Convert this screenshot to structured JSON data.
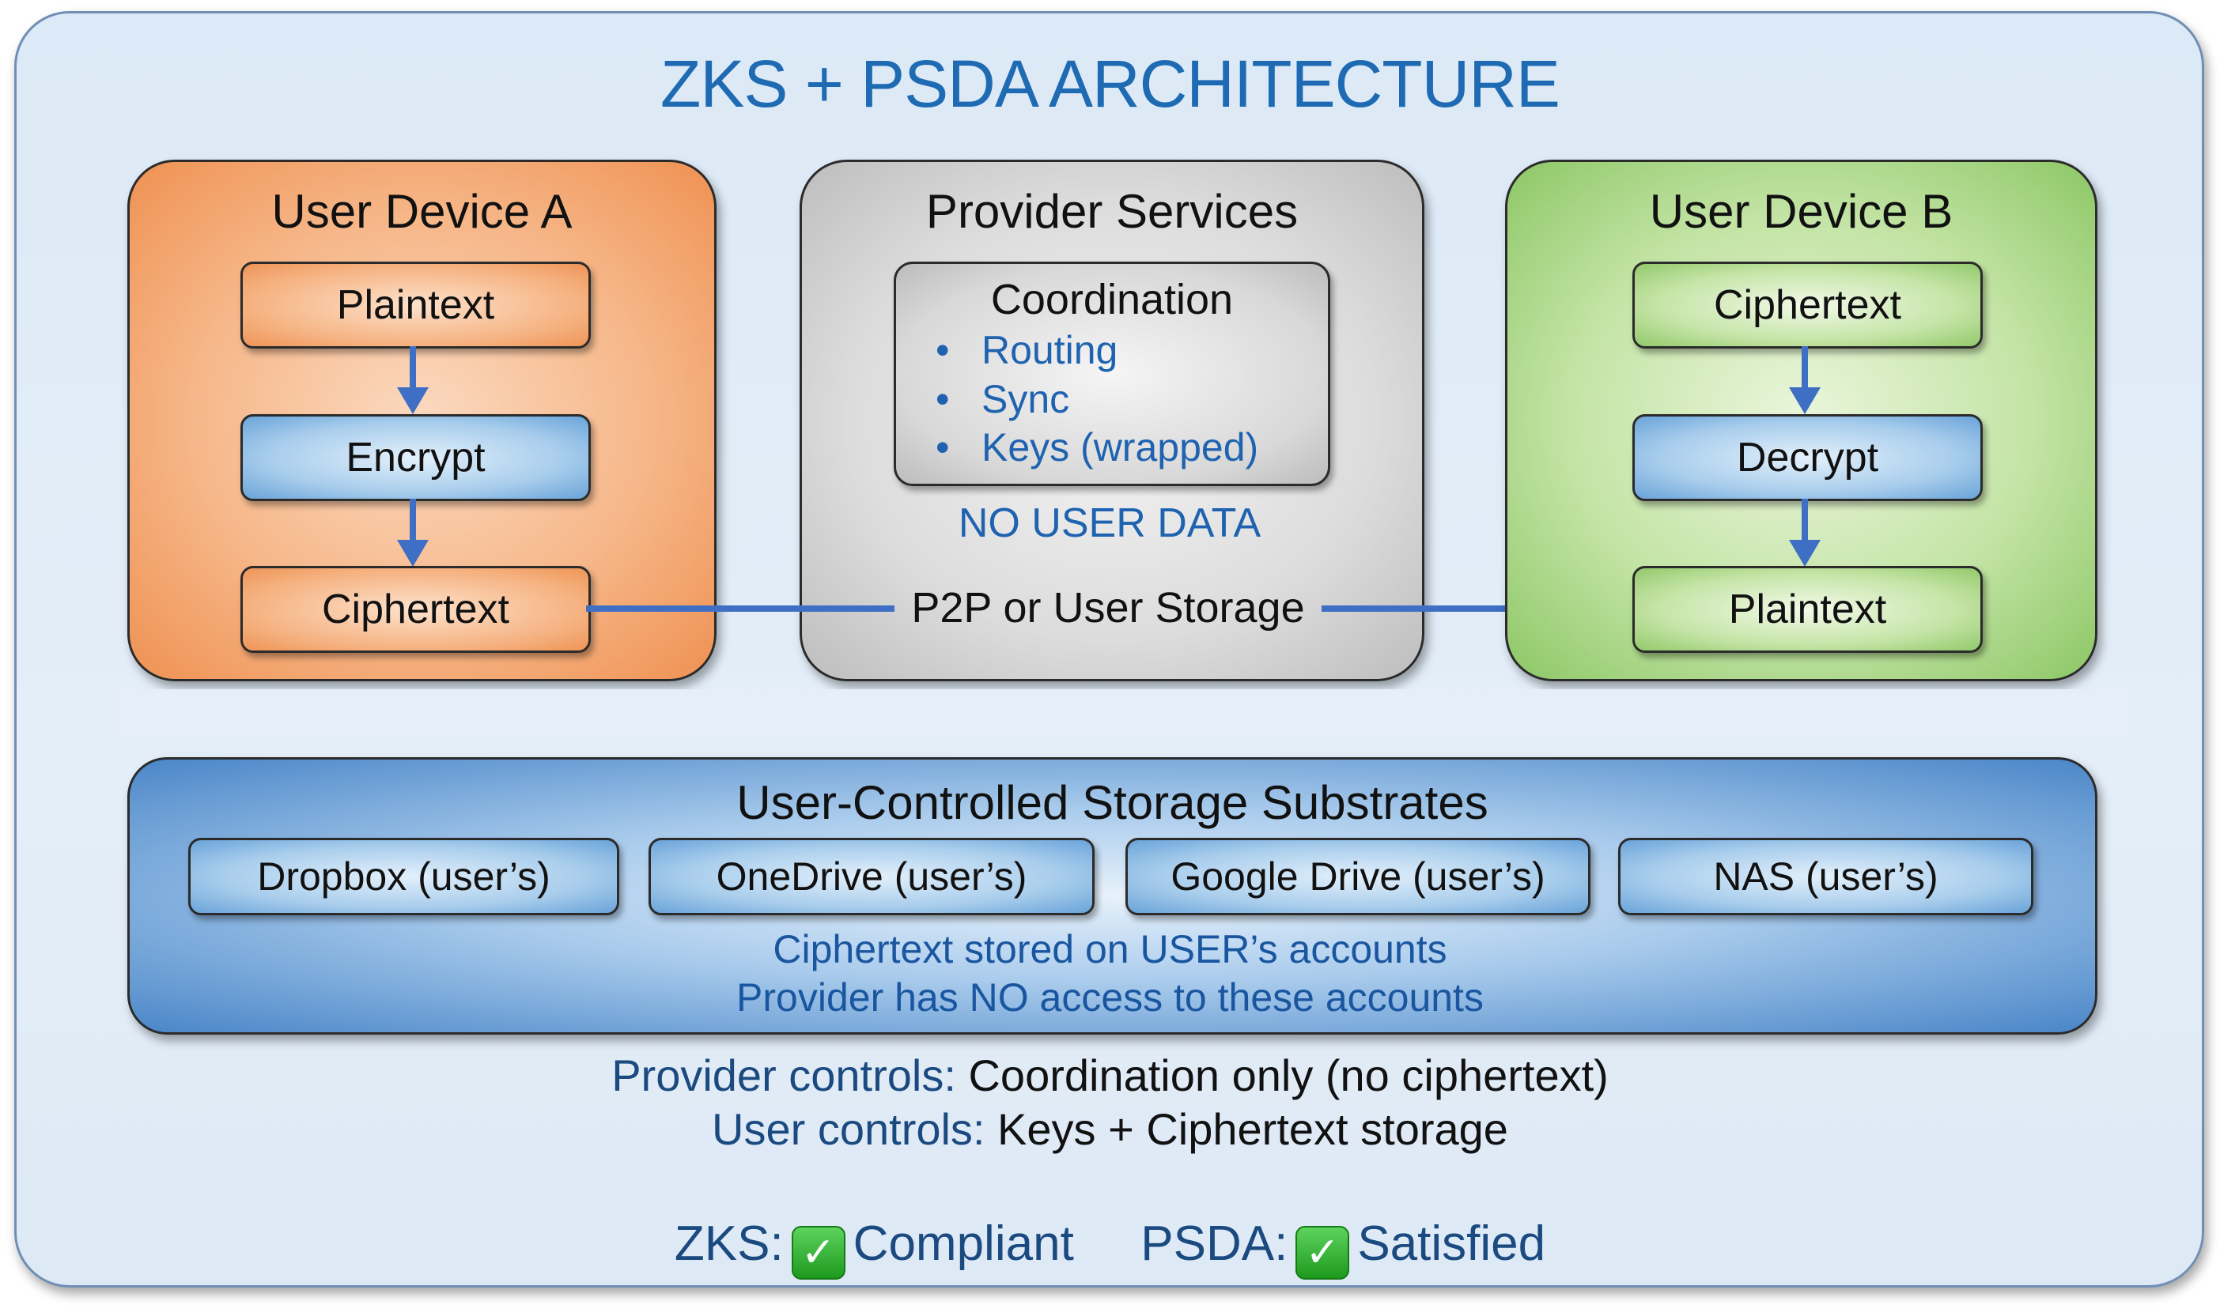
{
  "title": "ZKS + PSDA ARCHITECTURE",
  "device_a": {
    "title": "User Device A",
    "steps": [
      "Plaintext",
      "Encrypt",
      "Ciphertext"
    ]
  },
  "provider": {
    "title": "Provider Services",
    "coordination": {
      "title": "Coordination",
      "items": [
        "Routing",
        "Sync",
        "Keys (wrapped)"
      ]
    },
    "no_user_data": "NO USER DATA",
    "transport": "P2P or User Storage"
  },
  "device_b": {
    "title": "User Device B",
    "steps": [
      "Ciphertext",
      "Decrypt",
      "Plaintext"
    ]
  },
  "storage": {
    "title": "User-Controlled Storage Substrates",
    "items": [
      "Dropbox (user’s)",
      "OneDrive (user’s)",
      "Google Drive (user’s)",
      "NAS (user’s)"
    ],
    "note_1": "Ciphertext stored on USER’s accounts",
    "note_2": "Provider has NO access to these accounts"
  },
  "controls": {
    "provider_label": "Provider controls:",
    "provider_value": "Coordination only (no ciphertext)",
    "user_label": "User controls:",
    "user_value": "Keys + Ciphertext storage"
  },
  "status": {
    "zks_label": "ZKS:",
    "zks_value": "Compliant",
    "psda_label": "PSDA:",
    "psda_value": "Satisfied",
    "check_icon": "check-mark-button"
  },
  "colors": {
    "accent": "#1f6bb3",
    "arrow": "#3f6fc4",
    "check": "#2db52d"
  }
}
